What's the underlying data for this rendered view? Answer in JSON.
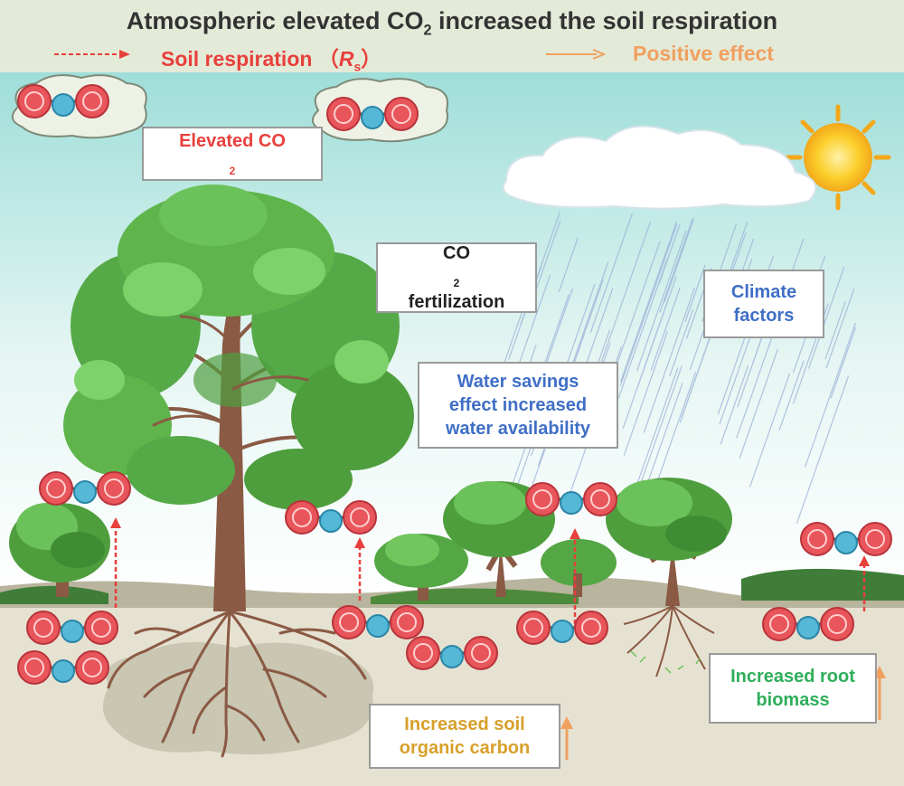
{
  "title": {
    "prefix": "Atmospheric elevated CO",
    "subscript": "2",
    "suffix": " increased the soil respiration"
  },
  "legend": {
    "soil_respiration": {
      "label": "Soil respiration",
      "paren_open": "（",
      "symbol": "R",
      "symbol_sub": "s",
      "paren_close": "）",
      "color": "#e8403c"
    },
    "positive_effect": {
      "label": "Positive effect",
      "color": "#f0a060"
    }
  },
  "callouts": {
    "elevated_co2": {
      "text": "Elevated CO",
      "subscript": "2",
      "color": "#e8403c"
    },
    "co2_fertilization": {
      "line1": "CO",
      "line1_sub": "2",
      "line2": "fertilization",
      "color": "#222222"
    },
    "water_savings": {
      "lines": [
        "Water savings",
        "effect increased",
        "water availability"
      ],
      "color": "#3f6fc6"
    },
    "climate_factors": {
      "lines": [
        "Climate",
        "factors"
      ],
      "color": "#3f6fc6"
    },
    "soil_organic_carbon": {
      "lines": [
        "Increased soil",
        "organic carbon"
      ],
      "color": "#d7a02a"
    },
    "root_biomass": {
      "lines": [
        "Increased root",
        "biomass"
      ],
      "color": "#2fae5b"
    }
  },
  "molecule": {
    "outer_atom": "O",
    "center_atom": "C"
  },
  "colors": {
    "oxygen": "#e8555a",
    "carbon": "#54b8d6",
    "sky_top": "#9fded9",
    "tree_green": "#5fb54c",
    "trunk": "#8a5a44",
    "soil": "#e6e2d2",
    "sun": "#f9c12a",
    "rain": "#9ab0d8"
  }
}
